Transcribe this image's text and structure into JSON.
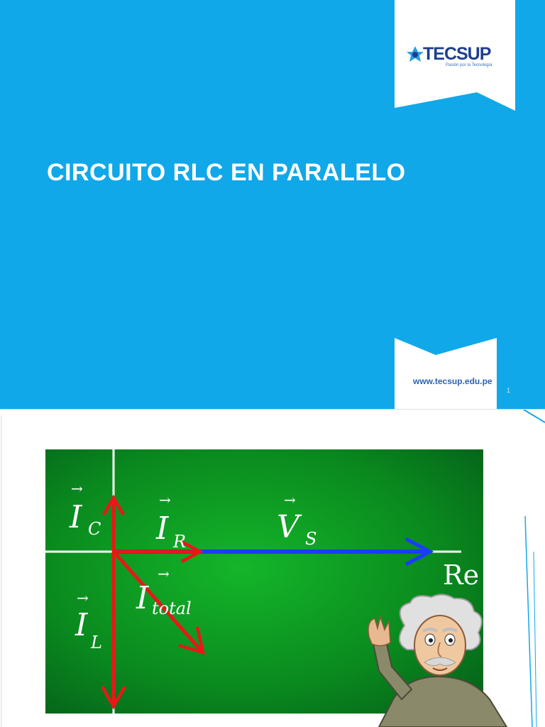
{
  "slide1": {
    "logo": {
      "brand": "TECSUP",
      "tagline": "Pasión por la Tecnología"
    },
    "title": "CIRCUITO RLC EN PARALELO",
    "url": "www.tecsup.edu.pe",
    "page_number": "1"
  },
  "diagram": {
    "label_ic": "I",
    "sub_ic": "C",
    "label_ir": "I",
    "sub_ir": "R",
    "label_vs": "V",
    "sub_vs": "S",
    "label_re": "Re",
    "label_itotal": "I",
    "sub_itotal": "total",
    "label_il": "I",
    "sub_il": "L"
  },
  "colors": {
    "slide_blue": "#10a8e8",
    "diagram_green": "#0a8a1e",
    "vector_red": "#e81818",
    "vector_blue": "#1a3cff",
    "brand_navy": "#1d3f8f"
  }
}
